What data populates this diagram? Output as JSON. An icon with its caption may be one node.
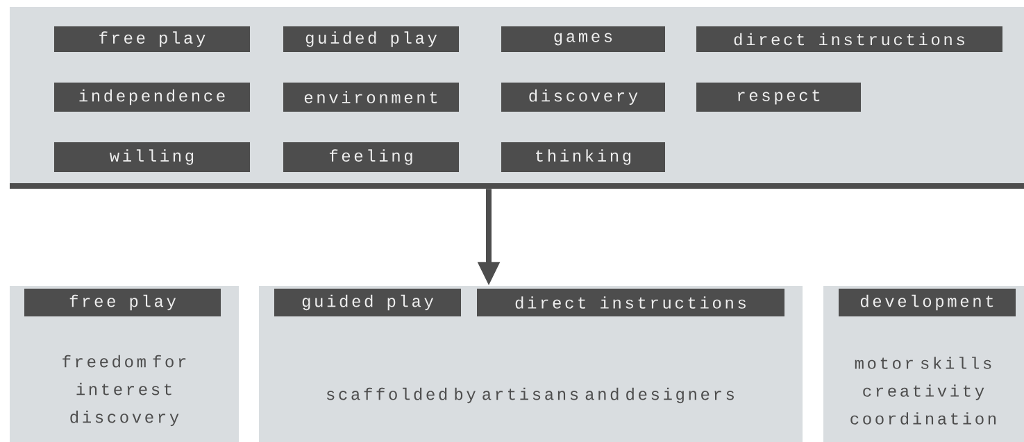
{
  "diagram": {
    "nodes": [
      {
        "text": [],
        "shape": "box"
      },
      {
        "text": [
          "free play"
        ],
        "in": 0
      },
      {
        "text": [
          "guided play"
        ],
        "in": 0
      },
      {
        "text": [
          "games"
        ],
        "in": 0
      },
      {
        "text": [
          "direct instructions"
        ],
        "in": 0
      },
      {
        "text": [
          "independence"
        ],
        "in": 0
      },
      {
        "text": [
          "environment"
        ],
        "in": 0
      },
      {
        "text": [
          "discovery"
        ],
        "in": 0
      },
      {
        "text": [
          "respect"
        ],
        "in": 0
      },
      {
        "text": [
          "willing"
        ],
        "in": 0
      },
      {
        "text": [
          "feeling"
        ],
        "in": 0
      },
      {
        "text": [
          "thinking"
        ],
        "in": 0
      },
      {
        "text": [
          "freedom for interest discovery"
        ]
      },
      {
        "text": [
          "free play"
        ],
        "in": 12
      },
      {
        "text": [
          "scaffolded by artisans and designers"
        ]
      },
      {
        "text": [
          "guided play"
        ],
        "in": 14
      },
      {
        "text": [
          "direct instructions"
        ],
        "in": 14
      },
      {
        "text": [
          "motor skills creativity coordination"
        ]
      },
      {
        "text": [
          "development"
        ],
        "in": 17
      }
    ],
    "edges": [
      {
        "from": 0,
        "to": 14,
        "arrow": "to"
      }
    ]
  }
}
